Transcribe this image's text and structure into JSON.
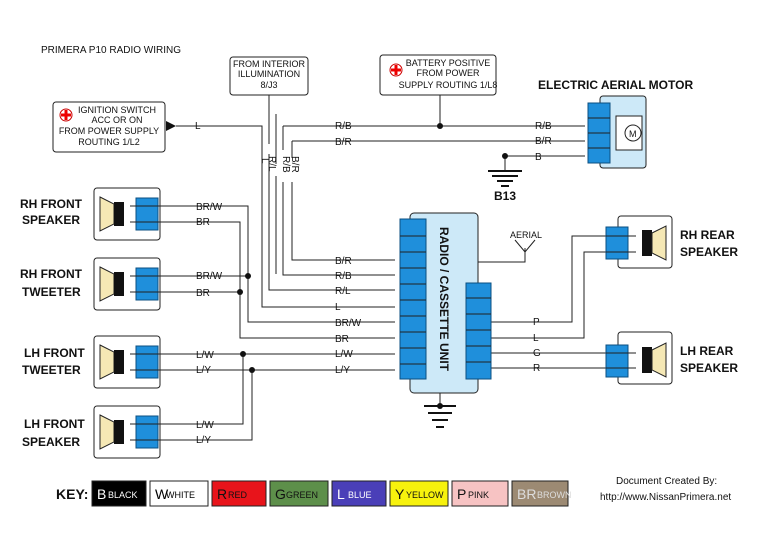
{
  "title": "PRIMERA P10 RADIO WIRING",
  "sources": {
    "ignition": [
      "IGNITION SWITCH",
      "ACC OR ON",
      "FROM POWER SUPPLY",
      "ROUTING 1/L2"
    ],
    "illumination": [
      "FROM INTERIOR",
      "ILLUMINATION",
      "8/J3"
    ],
    "battery": [
      "BATTERY POSITIVE",
      "FROM POWER",
      "SUPPLY ROUTING 1/L8"
    ]
  },
  "aerial_motor": {
    "title": "ELECTRIC AERIAL MOTOR",
    "ground_label": "B13",
    "motor_symbol": "M"
  },
  "radio": {
    "label": "RADIO / CASSETTE UNIT",
    "aerial_label": "AERIAL"
  },
  "speakers": {
    "rh_front_speaker": [
      "RH FRONT",
      "SPEAKER"
    ],
    "rh_front_tweeter": [
      "RH FRONT",
      "TWEETER"
    ],
    "lh_front_tweeter": [
      "LH FRONT",
      "TWEETER"
    ],
    "lh_front_speaker": [
      "LH FRONT",
      "SPEAKER"
    ],
    "rh_rear_speaker": [
      "RH REAR",
      "SPEAKER"
    ],
    "lh_rear_speaker": [
      "LH REAR",
      "SPEAKER"
    ]
  },
  "wires": {
    "ign_L": "L",
    "motor_rb": "R/B",
    "motor_br": "B/R",
    "motor_b": "B",
    "vert_rl": "R/L",
    "vert_rb": "R/B",
    "vert_br": "B/R",
    "rh_speaker_brw": "BR/W",
    "rh_speaker_br": "BR",
    "rh_tweeter_brw": "BR/W",
    "rh_tweeter_br": "BR",
    "lh_tweeter_lw": "L/W",
    "lh_tweeter_ly": "L/Y",
    "lh_speaker_lw": "L/W",
    "lh_speaker_ly": "L/Y",
    "radio_left": [
      "B/R",
      "R/B",
      "R/L",
      "L",
      "BR/W",
      "BR",
      "L/W",
      "L/Y"
    ],
    "radio_right": [
      "P",
      "L",
      "G",
      "R"
    ]
  },
  "key": {
    "label": "KEY:",
    "items": [
      {
        "code": "B",
        "name": "BLACK",
        "bg": "#000000",
        "fg": "#ffffff"
      },
      {
        "code": "W",
        "name": "WHITE",
        "bg": "#ffffff",
        "fg": "#000000"
      },
      {
        "code": "R",
        "name": "RED",
        "bg": "#e8141b",
        "fg": "#111111"
      },
      {
        "code": "G",
        "name": "GREEN",
        "bg": "#5d8f4a",
        "fg": "#111111"
      },
      {
        "code": "L",
        "name": "BLUE",
        "bg": "#4a3fb8",
        "fg": "#ffffff"
      },
      {
        "code": "Y",
        "name": "YELLOW",
        "bg": "#f7f20d",
        "fg": "#111111"
      },
      {
        "code": "P",
        "name": "PINK",
        "bg": "#f7c3c3",
        "fg": "#111111"
      },
      {
        "code": "BR",
        "name": "BROWN",
        "bg": "#9c8a73",
        "fg": "#dddddd"
      }
    ]
  },
  "credit": {
    "line1": "Document Created By:",
    "line2": "http://www.NissanPrimera.net"
  }
}
